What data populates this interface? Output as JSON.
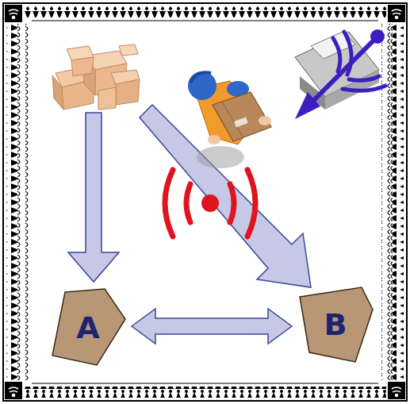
{
  "diagram": {
    "nodes": [
      {
        "text": [
          "A"
        ]
      },
      {
        "text": [
          "B"
        ]
      }
    ],
    "edges": [
      {
        "from": 0,
        "to": 1,
        "arrow": "both"
      }
    ]
  }
}
